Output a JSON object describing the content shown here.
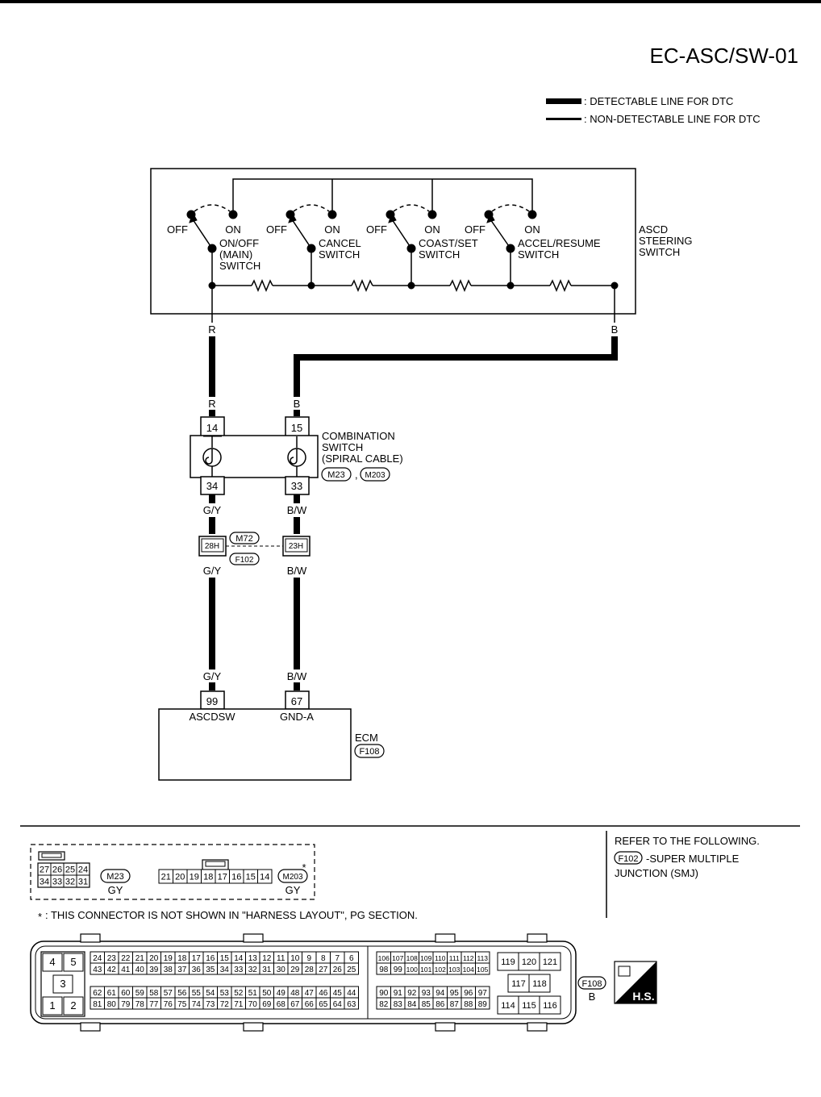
{
  "page_id": "EC-ASC/SW-01",
  "legend": {
    "detectable": ": DETECTABLE LINE FOR DTC",
    "non_detectable": ": NON-DETECTABLE LINE FOR DTC"
  },
  "steering_switch": {
    "label": [
      "ASCD",
      "STEERING",
      "SWITCH"
    ],
    "switches": [
      {
        "off": "OFF",
        "on": "ON",
        "name": [
          "ON/OFF",
          "(MAIN)",
          "SWITCH"
        ]
      },
      {
        "off": "OFF",
        "on": "ON",
        "name": [
          "CANCEL",
          "SWITCH"
        ]
      },
      {
        "off": "OFF",
        "on": "ON",
        "name": [
          "COAST/SET",
          "SWITCH"
        ]
      },
      {
        "off": "OFF",
        "on": "ON",
        "name": [
          "ACCEL/RESUME",
          "SWITCH"
        ]
      }
    ]
  },
  "wires": {
    "left_top": "R",
    "right_top": "B",
    "left_comb_in": "R",
    "right_comb_in": "B",
    "left_comb_out": "G/Y",
    "right_comb_out": "B/W",
    "left_junc_out": "G/Y",
    "right_junc_out": "B/W",
    "left_ecm": "G/Y",
    "right_ecm": "B/W"
  },
  "combination_switch": {
    "label": [
      "COMBINATION",
      "SWITCH",
      "(SPIRAL CABLE)"
    ],
    "connectors": [
      "M23",
      "M203"
    ],
    "sep": ",",
    "pins_top": [
      "14",
      "15"
    ],
    "pins_bottom": [
      "34",
      "33"
    ]
  },
  "junction": {
    "pins": [
      "28H",
      "23H"
    ],
    "connectors": [
      "M72",
      "F102"
    ]
  },
  "ecm": {
    "label": "ECM",
    "connector": "F108",
    "pins": [
      "99",
      "67"
    ],
    "terminals": [
      "ASCDSW",
      "GND-A"
    ]
  },
  "refer": {
    "line1": "REFER TO THE FOLLOWING.",
    "conn": "F102",
    "line2": "-SUPER MULTIPLE",
    "line3": "JUNCTION (SMJ)"
  },
  "connector_m23": {
    "id": "M23",
    "color": "GY",
    "row1": [
      "27",
      "26",
      "25",
      "24"
    ],
    "row2": [
      "34",
      "33",
      "32",
      "31"
    ]
  },
  "connector_m203": {
    "id": "M203",
    "color": "GY",
    "mark": "*",
    "row": [
      "21",
      "20",
      "19",
      "18",
      "17",
      "16",
      "15",
      "14"
    ]
  },
  "footnote": {
    "star": "*",
    "text": ": THIS CONNECTOR IS NOT SHOWN IN \"HARNESS LAYOUT\", PG SECTION."
  },
  "ecm_connector": {
    "id": "F108",
    "color": "B",
    "block1": {
      "top": [
        "4",
        "5"
      ],
      "mid": [
        "3"
      ],
      "bottom": [
        "1",
        "2"
      ]
    },
    "block2": {
      "r1": [
        "24",
        "23",
        "22",
        "21",
        "20",
        "19",
        "18",
        "17",
        "16",
        "15",
        "14",
        "13",
        "12",
        "11",
        "10",
        "9",
        "8",
        "7",
        "6"
      ],
      "r2": [
        "43",
        "42",
        "41",
        "40",
        "39",
        "38",
        "37",
        "36",
        "35",
        "34",
        "33",
        "32",
        "31",
        "30",
        "29",
        "28",
        "27",
        "26",
        "25"
      ],
      "r3": [
        "62",
        "61",
        "60",
        "59",
        "58",
        "57",
        "56",
        "55",
        "54",
        "53",
        "52",
        "51",
        "50",
        "49",
        "48",
        "47",
        "46",
        "45",
        "44"
      ],
      "r4": [
        "81",
        "80",
        "79",
        "78",
        "77",
        "76",
        "75",
        "74",
        "73",
        "72",
        "71",
        "70",
        "69",
        "68",
        "67",
        "66",
        "65",
        "64",
        "63"
      ]
    },
    "block3": {
      "r1": [
        "106",
        "107",
        "108",
        "109",
        "110",
        "111",
        "112",
        "113"
      ],
      "r2": [
        "98",
        "99",
        "100",
        "101",
        "102",
        "103",
        "104",
        "105"
      ],
      "r3": [
        "90",
        "91",
        "92",
        "93",
        "94",
        "95",
        "96",
        "97"
      ],
      "r4": [
        "82",
        "83",
        "84",
        "85",
        "86",
        "87",
        "88",
        "89"
      ]
    },
    "block4": {
      "r1": [
        "119",
        "120",
        "121"
      ],
      "r2": [
        "117",
        "118"
      ],
      "r3": [
        "114",
        "115",
        "116"
      ]
    }
  },
  "hs_icon": {
    "text": "H.S."
  }
}
